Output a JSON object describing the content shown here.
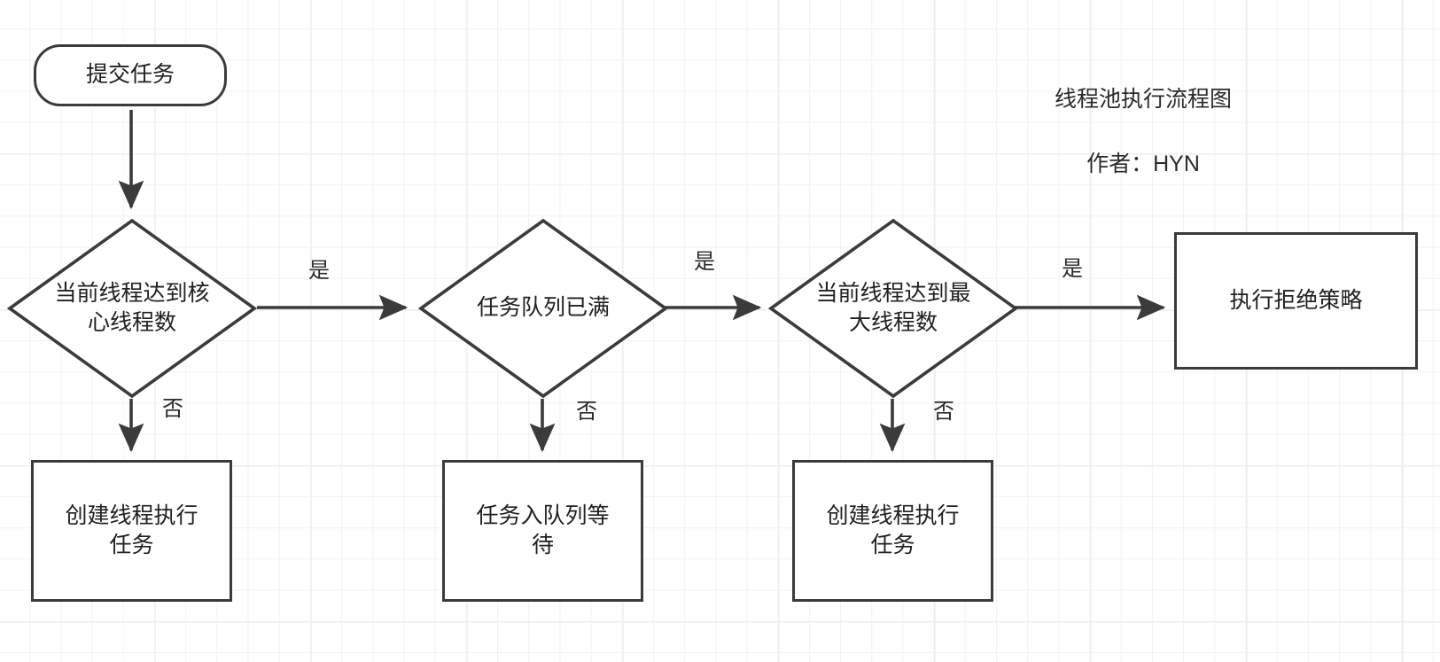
{
  "diagram": {
    "title_line1": "线程池执行流程图",
    "title_line2": "作者：HYN",
    "nodes": {
      "submit_task": "提交任务",
      "decision_core": "当前线程达到核\n心线程数",
      "decision_queue": "任务队列已满",
      "decision_max": "当前线程达到最\n大线程数",
      "reject_policy": "执行拒绝策略",
      "create_thread_1": "创建线程执行\n任务",
      "enqueue_wait": "任务入队列等\n待",
      "create_thread_2": "创建线程执行\n任务"
    },
    "edge_labels": {
      "yes_core": "是",
      "yes_queue": "是",
      "yes_max": "是",
      "no_core": "否",
      "no_queue": "否",
      "no_max": "否"
    },
    "colors": {
      "stroke": "#3b3b3b",
      "text": "#202020",
      "grid_minor": "#f2f2f2",
      "grid_major": "#e8e8e8",
      "background": "#ffffff"
    }
  }
}
